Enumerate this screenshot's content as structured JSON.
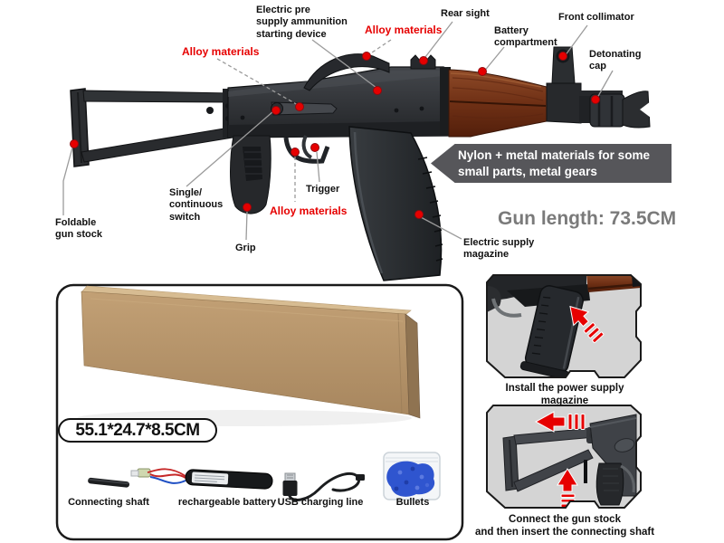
{
  "colors": {
    "accent_red": "#e60000",
    "banner_bg": "#56565a",
    "gun_length_gray": "#7a7a7a",
    "panel_bg": "#d4d4d4",
    "cardboard": "#b7956c"
  },
  "diagram": {
    "callouts": {
      "electric_pre_supply": "Electric pre\nsupply ammunition\nstarting device",
      "alloy_left": "Alloy materials",
      "alloy_top": "Alloy materials",
      "alloy_bottom": "Alloy materials",
      "rear_sight": "Rear sight",
      "battery_compartment": "Battery\ncompartment",
      "front_collimator": "Front collimator",
      "detonating_cap": "Detonating\ncap",
      "foldable_gun_stock": "Foldable\ngun stock",
      "single_continuous_switch": "Single/\ncontinuous\nswitch",
      "grip": "Grip",
      "trigger": "Trigger",
      "electric_supply_magazine": "Electric supply\nmagazine"
    },
    "materials_banner": "Nylon + metal materials for some\nsmall parts, metal gears",
    "gun_length": "Gun length: 73.5CM"
  },
  "package": {
    "box_size": "55.1*24.7*8.5CM",
    "accessories": [
      {
        "label": "Connecting shaft"
      },
      {
        "label": "rechargeable battery"
      },
      {
        "label": "USB charging line"
      },
      {
        "label": "Bullets"
      }
    ]
  },
  "instructions": {
    "step1": "Install the power supply magazine",
    "step2": "Connect the gun stock\nand then insert the connecting shaft"
  }
}
